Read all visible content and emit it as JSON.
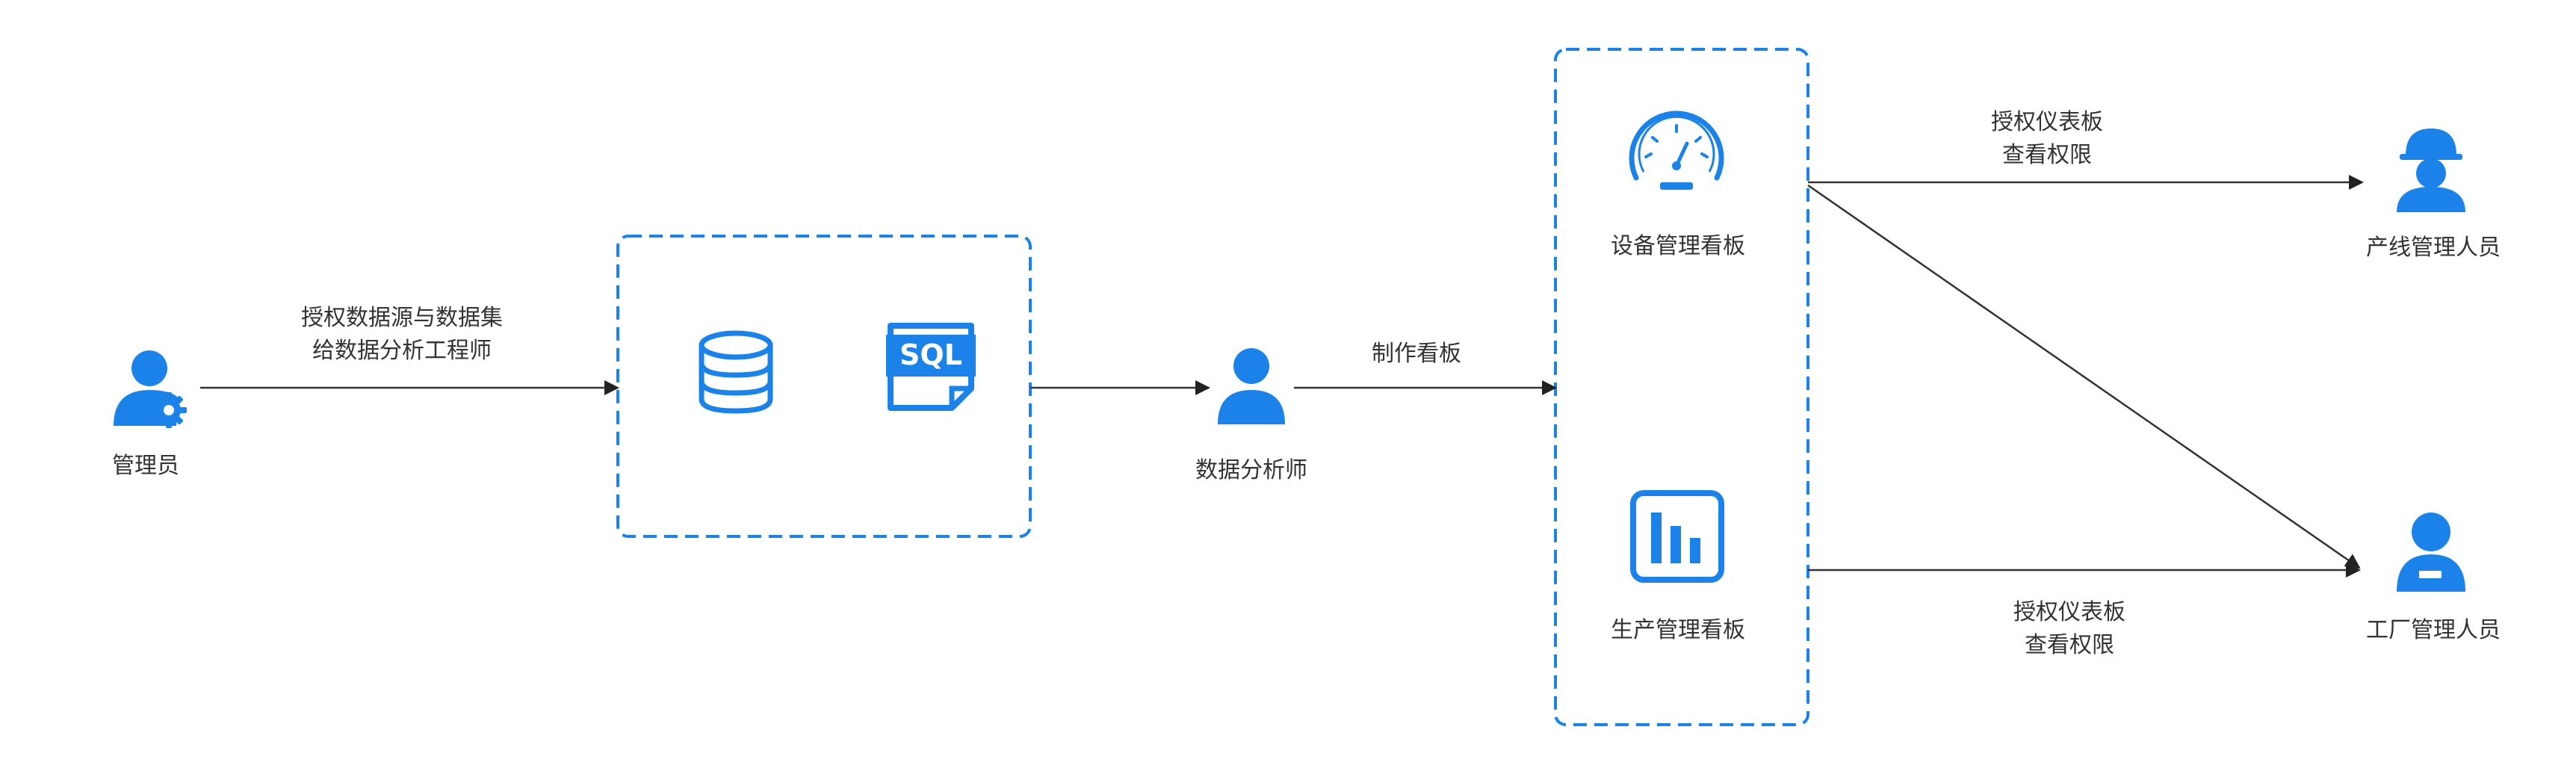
{
  "nodes": {
    "admin": {
      "label": "管理员"
    },
    "analyst": {
      "label": "数据分析师"
    },
    "equipment_dashboard": {
      "label": "设备管理看板"
    },
    "production_dashboard": {
      "label": "生产管理看板"
    },
    "line_manager": {
      "label": "产线管理人员"
    },
    "factory_manager": {
      "label": "工厂管理人员"
    }
  },
  "edges": {
    "grant_data": {
      "line1": "授权数据源与数据集",
      "line2": "给数据分析工程师"
    },
    "make_dashboard": {
      "label": "制作看板"
    },
    "grant_view_top": {
      "line1": "授权仪表板",
      "line2": "查看权限"
    },
    "grant_view_bottom": {
      "line1": "授权仪表板",
      "line2": "查看权限"
    }
  },
  "icons": {
    "database": "database-icon",
    "sql": "sql-file-icon",
    "sql_text": "SQL",
    "gauge": "gauge-icon",
    "bar_chart": "bar-chart-icon"
  },
  "colors": {
    "accent": "#1a82e8",
    "line": "#333333",
    "dashed": "#1a82e8"
  }
}
